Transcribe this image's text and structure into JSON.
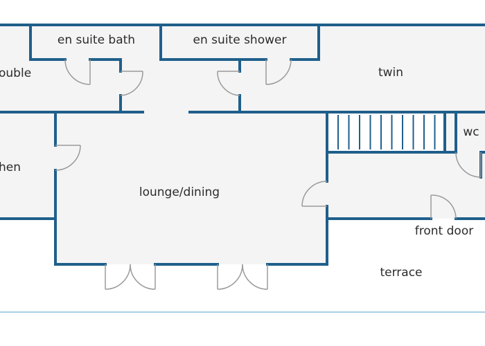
{
  "colors": {
    "wall": "#1f5f8b",
    "floor": "#f4f4f4",
    "door": "#9a9a9a",
    "boundary": "#a9cfe6",
    "text": "#2b2b2b"
  },
  "labels": {
    "double": "ouble",
    "en_suite_bath": "en suite bath",
    "en_suite_shower": "en suite shower",
    "twin": "twin",
    "wc": "wc",
    "kitchen": "hen",
    "lounge_dining": "lounge/dining",
    "front_door": "front door",
    "terrace": "terrace"
  }
}
